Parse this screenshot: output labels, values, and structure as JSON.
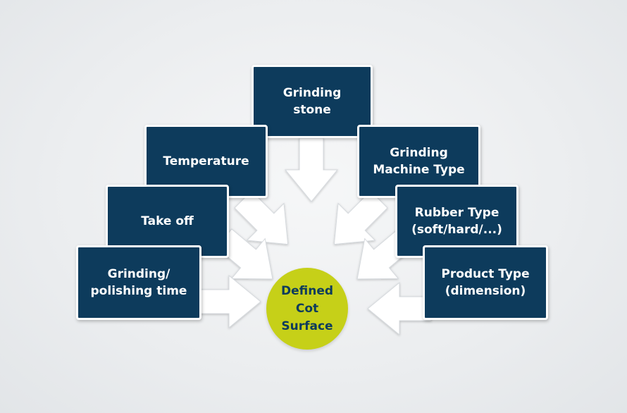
{
  "factors": {
    "grinding_stone": "Grinding\nstone",
    "temperature": "Temperature",
    "grinding_machine_type": "Grinding\nMachine Type",
    "take_off": "Take off",
    "rubber_type": "Rubber Type\n(soft/hard/...)",
    "grinding_polishing_time": "Grinding/\npolishing time",
    "product_type": "Product Type\n(dimension)"
  },
  "center": {
    "label": "Defined\nCot\nSurface"
  },
  "colors": {
    "box_fill": "#0d3b5c",
    "box_border": "#ffffff",
    "arrow_fill": "#ffffff",
    "center_fill": "#c6d018",
    "center_text": "#0d3b5c"
  }
}
